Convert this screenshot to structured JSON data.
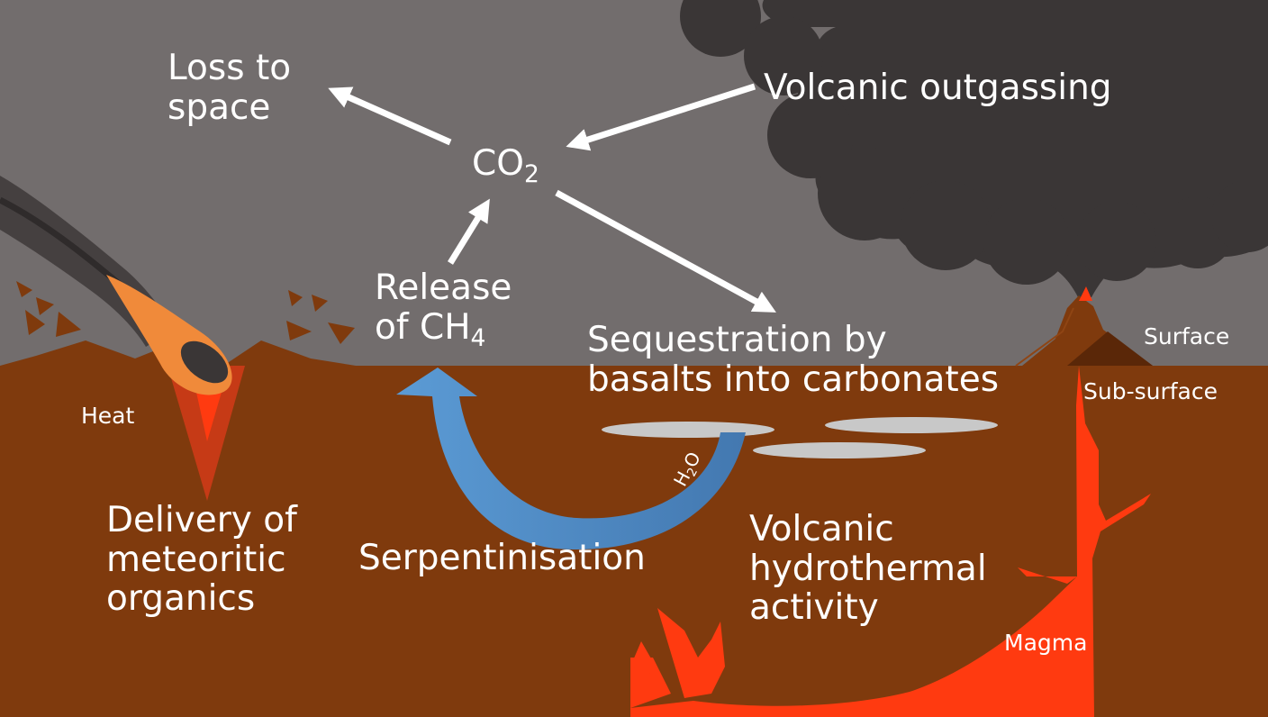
{
  "labels": {
    "loss_line1": "Loss to",
    "loss_line2": "space",
    "outgassing": "Volcanic outgassing",
    "co2_base": "CO",
    "co2_sub": "2",
    "release_line1": "Release",
    "release_line2_base": "of CH",
    "release_line2_sub": "4",
    "sequestration_line1": "Sequestration by",
    "sequestration_line2": "basalts into carbonates",
    "surface": "Surface",
    "subsurface": "Sub-surface",
    "heat": "Heat",
    "delivery_line1": "Delivery of",
    "delivery_line2": "meteoritic",
    "delivery_line3": "organics",
    "serpentinisation": "Serpentinisation",
    "h2o_base": "H",
    "h2o_sub": "2",
    "h2o_end": "O",
    "volcanic_line1": "Volcanic",
    "volcanic_line2": "hydrothermal",
    "volcanic_line3": "activity",
    "magma": "Magma"
  },
  "colors": {
    "sky": "#726d6d",
    "cloud": "#3a3636",
    "ground": "#7f3a0d",
    "magma": "#ff3a10",
    "heat_cone": "#c63a16",
    "meteor": "#f08a3a",
    "serpentinisation_arrow": "#5b9bd5",
    "basalt_lens": "#c8c8c8",
    "arrow": "#ffffff",
    "text": "#ffffff"
  }
}
